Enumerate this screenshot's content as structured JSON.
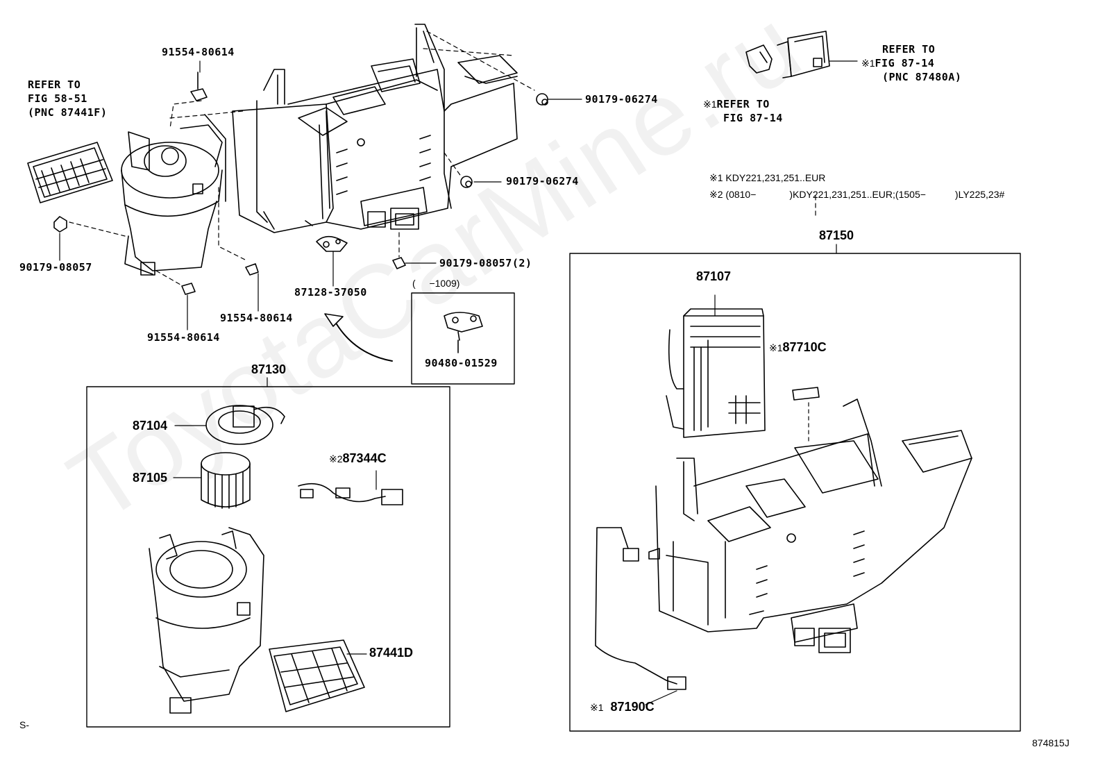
{
  "watermark": "ToyotaCarMine.ru",
  "figure_id": "874815J",
  "corner_mark": "S-",
  "top_left_ref": {
    "line1": "REFER TO",
    "line2": "FIG 58-51",
    "line3": "(PNC 87441F)"
  },
  "top_right_ref": {
    "line1": "REFER TO",
    "line2": "FIG 87-14",
    "line3": "(PNC 87480A)",
    "mark": "※1"
  },
  "mid_ref": {
    "line1": "REFER TO",
    "line2": "FIG 87-14",
    "mark": "※1"
  },
  "applicability": {
    "note1": "※1 KDY221,231,251..EUR",
    "note2_a": "※2 (0810−",
    "note2_b": ")KDY221,231,251..EUR;(1505−",
    "note2_c": ")LY225,23#"
  },
  "date_range": {
    "open": "(",
    "end": "−1009)"
  },
  "parts": {
    "p91554_top": "91554-80614",
    "p90179_06274_a": "90179-06274",
    "p90179_06274_b": "90179-06274",
    "p90179_08057_left": "90179-08057",
    "p90179_08057_2": "90179-08057(2)",
    "p87128": "87128-37050",
    "p91554_mid": "91554-80614",
    "p91554_low": "91554-80614",
    "p90480": "90480-01529",
    "p87130": "87130",
    "p87104": "87104",
    "p87105": "87105",
    "p87344C": "87344C",
    "p87344C_mark": "※2",
    "p87441D": "87441D",
    "p87150": "87150",
    "p87107": "87107",
    "p87710C": "87710C",
    "p87710C_mark": "※1",
    "p87190C": "87190C",
    "p87190C_mark": "※1"
  }
}
